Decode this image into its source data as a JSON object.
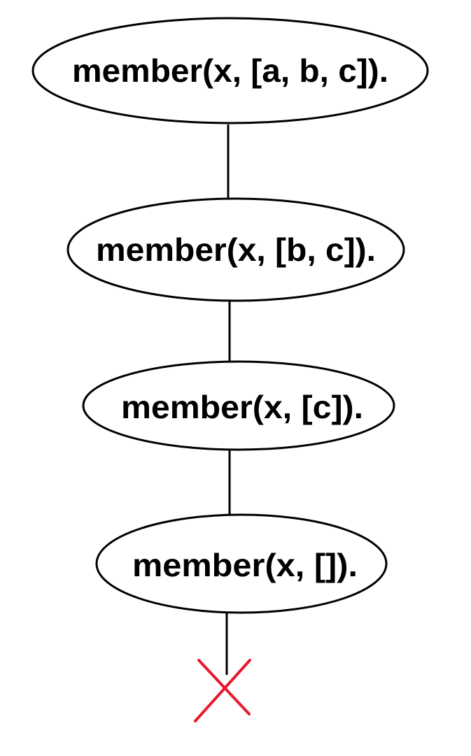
{
  "diagram": {
    "nodes": [
      {
        "label": "member(x, [a, b, c])."
      },
      {
        "label": "member(x, [b, c])."
      },
      {
        "label": "member(x, [c])."
      },
      {
        "label": "member(x, [])."
      }
    ],
    "failure_marker": {
      "symbol": "cross",
      "color": "#e8192c"
    },
    "colors": {
      "stroke": "#000000",
      "background": "#ffffff"
    }
  }
}
